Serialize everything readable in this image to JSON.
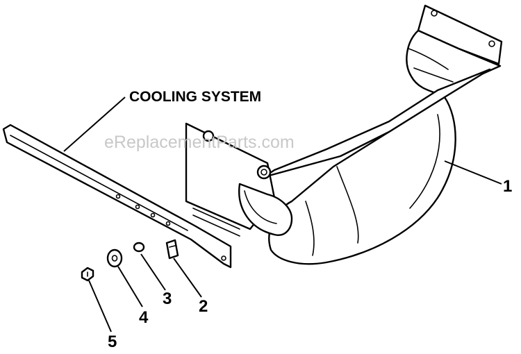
{
  "diagram": {
    "title": "COOLING SYSTEM",
    "watermark": "eReplacementParts.com",
    "callouts": [
      {
        "id": "1",
        "label": "1"
      },
      {
        "id": "2",
        "label": "2"
      },
      {
        "id": "3",
        "label": "3"
      },
      {
        "id": "4",
        "label": "4"
      },
      {
        "id": "5",
        "label": "5"
      }
    ]
  }
}
